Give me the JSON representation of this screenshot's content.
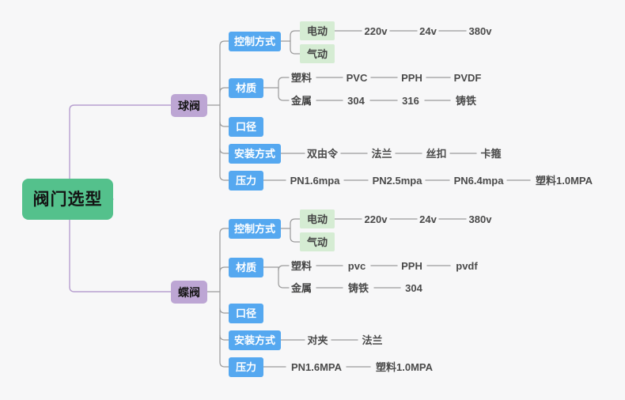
{
  "meta": {
    "title": "阀门选型",
    "canvas_bg": "#f7f7f8"
  },
  "colors": {
    "root": "#54c18c",
    "level1": "#bda6d4",
    "level2": "#55a8f0",
    "level3": "#d5ecd3",
    "link_root": "#b79fcf",
    "link_branch": "#9a9a9a",
    "leaf_text": "#4a4a4a"
  },
  "root": {
    "label": "阀门选型"
  },
  "branches": [
    {
      "id": "ball-valve",
      "label": "球阀",
      "categories": [
        {
          "id": "control-method",
          "label": "控制方式",
          "children": [
            {
              "label": "电动",
              "chain": [
                "220v",
                "24v",
                "380v"
              ]
            },
            {
              "label": "气动",
              "chain": []
            }
          ]
        },
        {
          "id": "material",
          "label": "材质",
          "children": [
            {
              "label": "塑料",
              "chain": [
                "PVC",
                "PPH",
                "PVDF"
              ]
            },
            {
              "label": "金属",
              "chain": [
                "304",
                "316",
                "铸铁"
              ]
            }
          ]
        },
        {
          "id": "caliber",
          "label": "口径",
          "children": []
        },
        {
          "id": "installation",
          "label": "安装方式",
          "chain": [
            "双由令",
            "法兰",
            "丝扣",
            "卡箍"
          ]
        },
        {
          "id": "pressure",
          "label": "压力",
          "chain": [
            "PN1.6mpa",
            "PN2.5mpa",
            "PN6.4mpa",
            "塑料1.0MPA"
          ]
        }
      ]
    },
    {
      "id": "butterfly-valve",
      "label": "蝶阀",
      "categories": [
        {
          "id": "control-method",
          "label": "控制方式",
          "children": [
            {
              "label": "电动",
              "chain": [
                "220v",
                "24v",
                "380v"
              ]
            },
            {
              "label": "气动",
              "chain": []
            }
          ]
        },
        {
          "id": "material",
          "label": "材质",
          "children": [
            {
              "label": "塑料",
              "chain": [
                "pvc",
                "PPH",
                "pvdf"
              ]
            },
            {
              "label": "金属",
              "chain": [
                "铸铁",
                "304"
              ]
            }
          ]
        },
        {
          "id": "caliber",
          "label": "口径",
          "children": []
        },
        {
          "id": "installation",
          "label": "安装方式",
          "chain": [
            "对夹",
            "法兰"
          ]
        },
        {
          "id": "pressure",
          "label": "压力",
          "chain": [
            "PN1.6MPA",
            "塑料1.0MPA"
          ]
        }
      ]
    }
  ]
}
